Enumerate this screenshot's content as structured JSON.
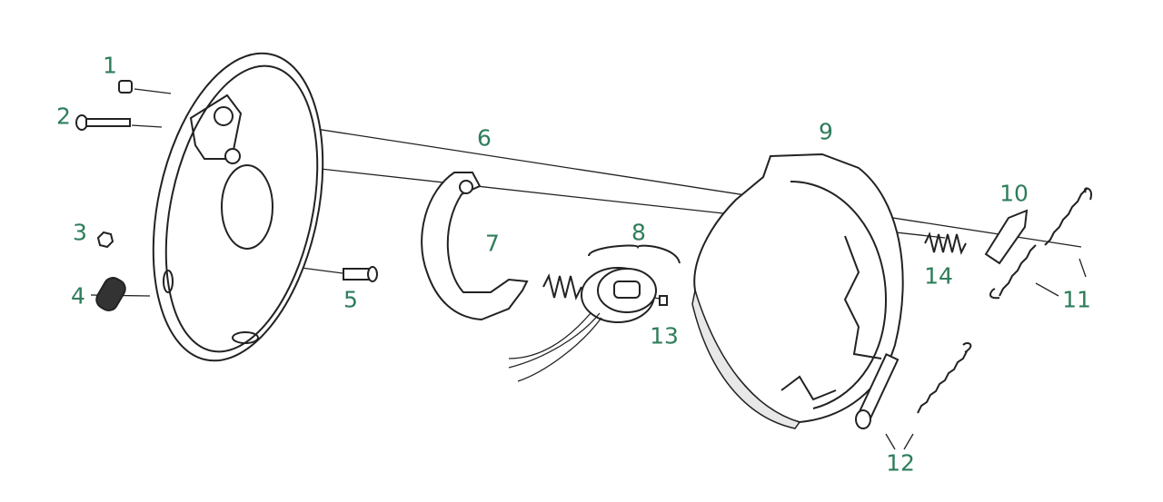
{
  "diagram": {
    "title": "Electric brake assembly exploded view",
    "label_color": "#2e7d5b",
    "callouts": [
      {
        "id": "1",
        "text": "1"
      },
      {
        "id": "2",
        "text": "2"
      },
      {
        "id": "3",
        "text": "3"
      },
      {
        "id": "4",
        "text": "4"
      },
      {
        "id": "5",
        "text": "5"
      },
      {
        "id": "6",
        "text": "6"
      },
      {
        "id": "7",
        "text": "7"
      },
      {
        "id": "8",
        "text": "8"
      },
      {
        "id": "9",
        "text": "9"
      },
      {
        "id": "10",
        "text": "10"
      },
      {
        "id": "11",
        "text": "11"
      },
      {
        "id": "12",
        "text": "12"
      },
      {
        "id": "13",
        "text": "13"
      },
      {
        "id": "14",
        "text": "14"
      }
    ]
  }
}
